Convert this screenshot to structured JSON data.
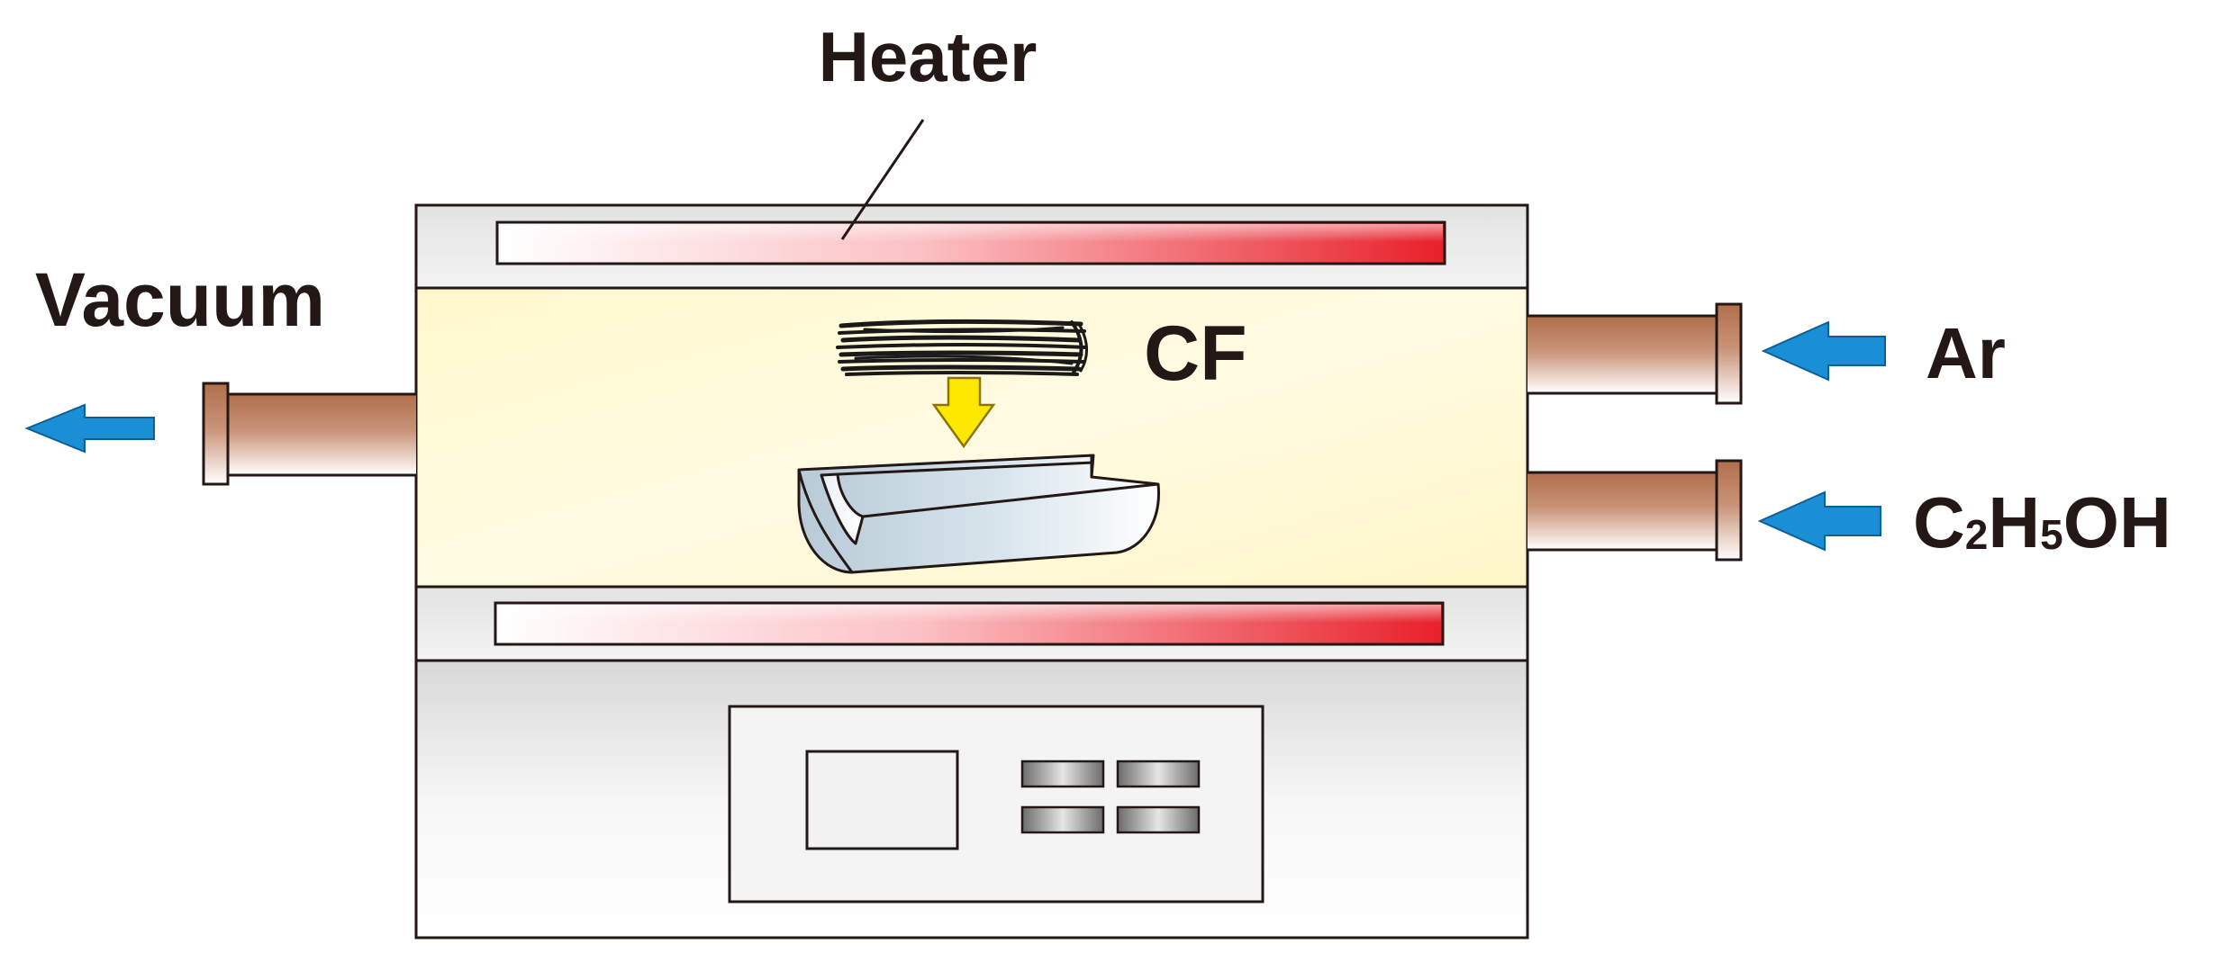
{
  "labels": {
    "heater": "Heater",
    "vacuum": "Vacuum",
    "cf": "CF",
    "ar": "Ar",
    "ethanol": {
      "c": "C",
      "c_sub": "2",
      "h": "H",
      "h_sub": "5",
      "oh": "OH"
    }
  },
  "colors": {
    "heater_element": "#e8202a",
    "chamber": "#fffbd8",
    "pipe": "#b97a57",
    "flow_arrow": "#1a8fd6",
    "drop_arrow": "#ffe800",
    "outline": "#231815"
  },
  "icons": {
    "flow_arrow": "arrow-icon",
    "fiber": "carbon-fiber-icon",
    "boat": "boat-icon"
  }
}
